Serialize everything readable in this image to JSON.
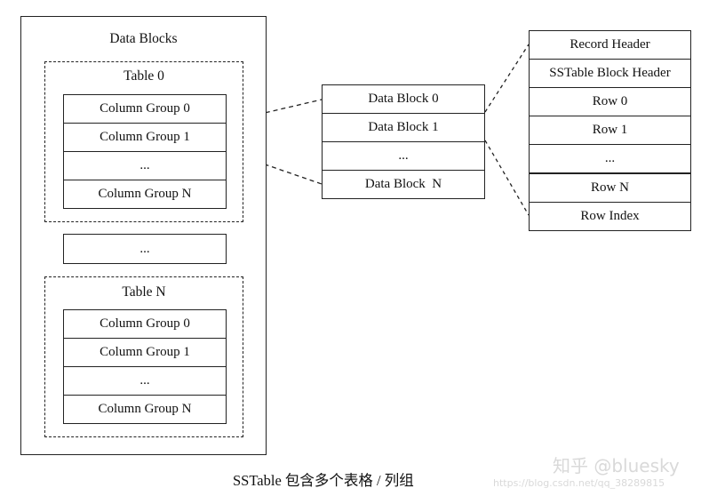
{
  "sstable": {
    "title": "Data Blocks",
    "table0": {
      "title": "Table 0",
      "rows": [
        "Column Group 0",
        "Column Group 1",
        "...",
        "Column Group N"
      ]
    },
    "middle_ellipsis": "...",
    "tableN": {
      "title": "Table N",
      "rows": [
        "Column Group 0",
        "Column Group 1",
        "...",
        "Column Group N"
      ]
    }
  },
  "data_blocks": {
    "rows": [
      "Data Block 0",
      "Data Block 1",
      "...",
      "Data Block  N"
    ]
  },
  "block_detail": {
    "rows": [
      "Record Header",
      "SSTable Block Header",
      "Row 0",
      "Row 1",
      "...",
      "Row N",
      "Row Index"
    ]
  },
  "caption": "SSTable 包含多个表格 / 列组",
  "watermark": {
    "brand": "知乎 @bluesky",
    "url": "https://blog.csdn.net/qq_38289815"
  }
}
